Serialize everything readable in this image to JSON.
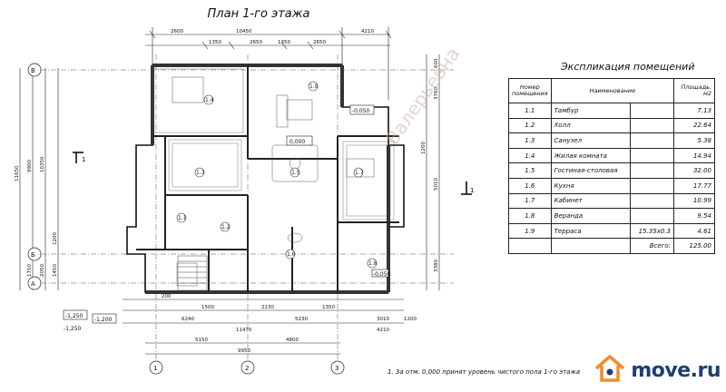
{
  "title": "План 1-го этажа",
  "watermark": "Валерьевна",
  "explication": {
    "title": "Экспликация помещений",
    "headers": {
      "num": "Номер помещения",
      "name": "Наименование",
      "area": "Площадь, м2"
    },
    "rows": [
      {
        "num": "1.1",
        "name": "Тамбур",
        "extra": "",
        "area": "7.13"
      },
      {
        "num": "1.2",
        "name": "Холл",
        "extra": "",
        "area": "22.64"
      },
      {
        "num": "1.3",
        "name": "Санузел",
        "extra": "",
        "area": "5.38"
      },
      {
        "num": "1.4",
        "name": "Жилая комната",
        "extra": "",
        "area": "14.94"
      },
      {
        "num": "1.5",
        "name": "Гостиная-столовая",
        "extra": "",
        "area": "32.00"
      },
      {
        "num": "1.6",
        "name": "Кухня",
        "extra": "",
        "area": "17.77"
      },
      {
        "num": "1.7",
        "name": "Кабинет",
        "extra": "",
        "area": "10.99"
      },
      {
        "num": "1.8",
        "name": "Веранда",
        "extra": "",
        "area": "9.54"
      },
      {
        "num": "1.9",
        "name": "Терраса",
        "extra": "15.35х0.3",
        "area": "4.61"
      }
    ],
    "total_label": "Всего:",
    "total_value": "125.00"
  },
  "note": "1. За отм. 0,000 принят уровень чистого пола 1-го этажа",
  "brand": "move.ru",
  "plan": {
    "dims_top": [
      "2600",
      "1350",
      "2650",
      "1350",
      "2650",
      "4210",
      "10450"
    ],
    "dims_bottom": [
      "200",
      "1500",
      "2230",
      "1350",
      "3010",
      "1200",
      "6240",
      "5230",
      "4210",
      "11470",
      "5150",
      "4800",
      "9950"
    ],
    "dims_left": [
      "9900",
      "11650",
      "10350",
      "1750",
      "1450",
      "2050",
      "1200"
    ],
    "dims_right": [
      "3760",
      "5010",
      "3380",
      "600",
      "1200"
    ],
    "levels": [
      "0,000",
      "-0,050",
      "-1,250",
      "-1,200",
      "-0,050",
      "-1,250"
    ],
    "rooms": [
      "1.1",
      "1.2",
      "1.3",
      "1.4",
      "1.5",
      "1.6",
      "1.7",
      "1.8",
      "1.9"
    ],
    "axes_h": [
      "В",
      "Б",
      "А"
    ],
    "axes_v": [
      "1",
      "2",
      "3"
    ],
    "section": "1"
  }
}
